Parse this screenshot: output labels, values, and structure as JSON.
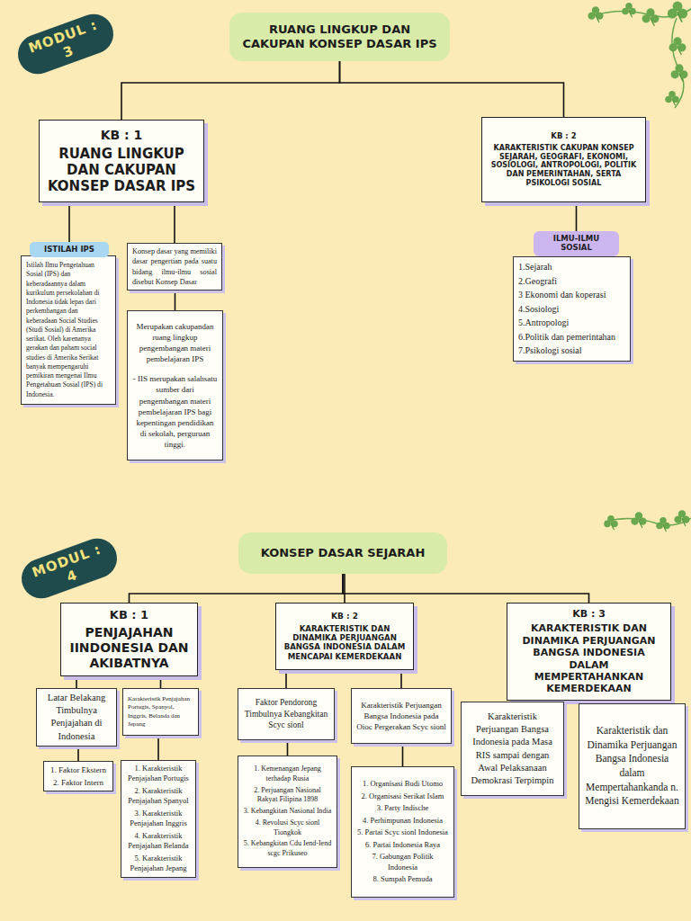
{
  "diagram": {
    "nodes": [
      {
        "text": [
          "MODUL : 3"
        ]
      },
      {
        "text": [
          "RUANG LINGKUP DAN CAKUPAN KONSEP DASAR IPS"
        ]
      },
      {
        "text": [
          "KB : 1",
          "RUANG LINGKUP DAN CAKUPAN KONSEP DASAR IPS"
        ]
      },
      {
        "text": [
          "KB : 2",
          "KARAKTERISTIK CAKUPAN KONSEP SEJARAH, GEOGRAFI, EKONOMI, SOSIOLOGI, ANTROPOLOGI, POLITIK DAN PEMERINTAHAN, SERTA PSIKOLOGI SOSIAL"
        ]
      },
      {
        "text": [
          "ISTILAH IPS"
        ]
      },
      {
        "text": [
          "Istilah Ilmu Pengetahuan Sosial (IPS) dan keberadaannya dalam kurikulum persekolahan di Indonesia tidak lepas dari perkembangan dan keberadaan Social Studies (Studi Sosial) di Amerika serikat. Oleh karenanya gerakan dan paham social studies di Amerika Serikat banyak mempengaruhi pemikiran mengenai Ilmu Pengetahuan Sosial (IPS) di Indonesia."
        ]
      },
      {
        "text": [
          "Konsep dasar yang memiliki dasar pengertian pada suatu bidang ilmu-ilmu sosial disebut Konsep Dasar"
        ]
      },
      {
        "text": [
          "Merupakan cakupandan ruang lingkup pengembangan materi pembelajaran IPS",
          "- IIS merupakan salahsatu sumber dari pengembangan materi pembelajaran IPS bagi kepentingan pendidikan di sekolah, perguruan tinggi."
        ]
      },
      {
        "text": [
          "ILMU-ILMU SOSIAL"
        ]
      },
      {
        "text": [
          "1.Sejarah",
          "2.Geografi",
          "3 Ekonomi dan koperasi",
          "4.Sosiologi",
          "5.Antropologi",
          "6.Politik dan pemerintahan",
          "7.Psikologi sosial"
        ]
      },
      {
        "text": [
          "MODUL : 4"
        ]
      },
      {
        "text": [
          "KONSEP DASAR SEJARAH"
        ]
      },
      {
        "text": [
          "KB : 1",
          "PENJAJAHAN IINDONESIA DAN AKIBATNYA"
        ]
      },
      {
        "text": [
          "KB : 2",
          "KARAKTERISTIK DAN DINAMIKA PERJUANGAN BANGSA INDONESIA DALAM MENCAPAI KEMERDEKAAN"
        ]
      },
      {
        "text": [
          "KB : 3",
          "KARAKTERISTIK DAN DINAMIKA PERJUANGAN BANGSA INDONESIA DALAM MEMPERTAHANKAN KEMERDEKAAN"
        ]
      },
      {
        "text": [
          "Latar Belakang Timbulnya Penjajahan di Indonesia"
        ]
      },
      {
        "text": [
          "Karakteristik Penjajahan Portugis, Spanyol, Inggris, Belanda dan Jepang"
        ]
      },
      {
        "text": [
          "1. Faktor Ekstern",
          "2. Faktor Intern"
        ]
      },
      {
        "text": [
          "1. Karakteristik Penjajahan Portugis",
          "2. Karakteristik Penjajahan Spanyol",
          "3. Karakteristik Penjajahan Inggris",
          "4. Karakteristik Penjajahan Belanda",
          "5. Karakteristik Penjajahan Jepang"
        ]
      },
      {
        "text": [
          "Faktor Pendorong Timbulnya Kebangkitan Scyc sionl"
        ]
      },
      {
        "text": [
          "Karakteristik Perjuangan Bangsa Indonesia pada Oioc Pergerakan Scyc sionl"
        ]
      },
      {
        "text": [
          "1. Kemenangan Jepang terhadap Rusia",
          "2. Perjuangan Nasional Rakyat Filipina 1898",
          "3. Kebangkitan Nasional India",
          "4. Revolusi Scyc sionl Tiongkok",
          "5. Kebangkitan Cdu Iend-Iend scgc Prikuseo"
        ]
      },
      {
        "text": [
          "1. Organisasi Budi Utomo",
          "2. Organisasi Serikat Islam",
          "3. Party Indische",
          "4. Perhimpunan Indonesia",
          "5. Partai Scyc sionl Indonesia",
          "6. Partai Indonesia Raya",
          "7. Gabungan Politik Indonesia",
          "8. Sumpah Pemuda"
        ]
      },
      {
        "text": [
          "Karakteristik Perjuangan Bangsa Indonesia pada Masa RIS sampai dengan Awal Pelaksanaan Demokrasi Terpimpin"
        ]
      },
      {
        "text": [
          "Karakteristik dan Dinamika Perjuangan Bangsa Indonesia dalam Mempertahankanda n. Mengisi Kemerdekaan"
        ]
      }
    ],
    "edges": [
      {
        "from": 1,
        "to": 2,
        "arrow": "none"
      },
      {
        "from": 1,
        "to": 3,
        "arrow": "none"
      },
      {
        "from": 2,
        "to": 4,
        "arrow": "none"
      },
      {
        "from": 2,
        "to": 6,
        "arrow": "none"
      },
      {
        "from": 6,
        "to": 7,
        "arrow": "none"
      },
      {
        "from": 3,
        "to": 8,
        "arrow": "none"
      },
      {
        "from": 11,
        "to": 12,
        "arrow": "none"
      },
      {
        "from": 11,
        "to": 13,
        "arrow": "none"
      },
      {
        "from": 11,
        "to": 14,
        "arrow": "none"
      },
      {
        "from": 12,
        "to": 15,
        "arrow": "none"
      },
      {
        "from": 12,
        "to": 16,
        "arrow": "none"
      },
      {
        "from": 15,
        "to": 17,
        "arrow": "none"
      },
      {
        "from": 16,
        "to": 18,
        "arrow": "none"
      },
      {
        "from": 13,
        "to": 19,
        "arrow": "none"
      },
      {
        "from": 13,
        "to": 20,
        "arrow": "none"
      },
      {
        "from": 19,
        "to": 21,
        "arrow": "none"
      },
      {
        "from": 20,
        "to": 22,
        "arrow": "none"
      },
      {
        "from": 14,
        "to": 23,
        "arrow": "none"
      },
      {
        "from": 14,
        "to": 24,
        "arrow": "none"
      }
    ]
  }
}
